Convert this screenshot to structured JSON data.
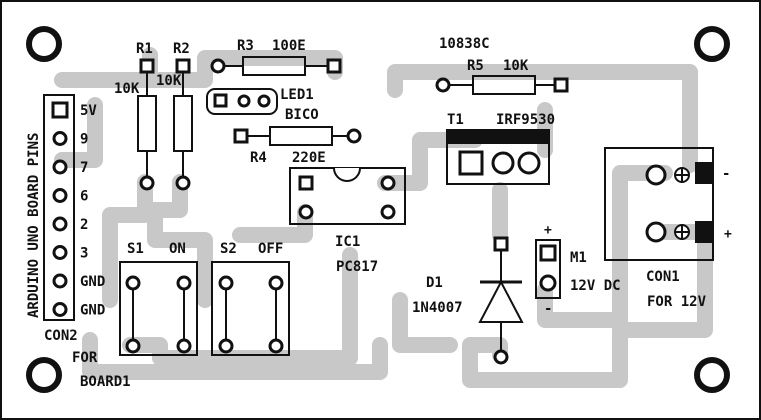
{
  "labels": {
    "r1": "R1",
    "r2": "R2",
    "r1_value": "10K",
    "r2_value": "10K",
    "r3": "R3",
    "r3_value": "100E",
    "led1": "LED1",
    "led1_type": "BICO",
    "r4": "R4",
    "r4_value": "220E",
    "code": "10838C",
    "r5": "R5",
    "r5_value": "10K",
    "t1": "T1",
    "t1_type": "IRF9530",
    "ic1": "IC1",
    "ic1_type": "PC817",
    "s1": "S1",
    "s1_state": "ON",
    "s2": "S2",
    "s2_state": "OFF",
    "d1": "D1",
    "d1_type": "1N4007",
    "m1": "M1",
    "m1_voltage": "12V DC",
    "m1_plus": "+",
    "m1_minus": "-",
    "con1": "CON1",
    "con1_desc": "FOR 12V",
    "con1_minus": "-",
    "con1_plus": "+",
    "con2": "CON2",
    "con2_for": "FOR",
    "con2_board": "BOARD1",
    "header_title": "ARDUINO UNO BOARD PINS",
    "pins": [
      "5V",
      "9",
      "7",
      "6",
      "2",
      "3",
      "GND",
      "GND"
    ]
  },
  "colors": {
    "trace": "#c8c8c8",
    "ink": "#111111",
    "board": "#ffffff"
  }
}
